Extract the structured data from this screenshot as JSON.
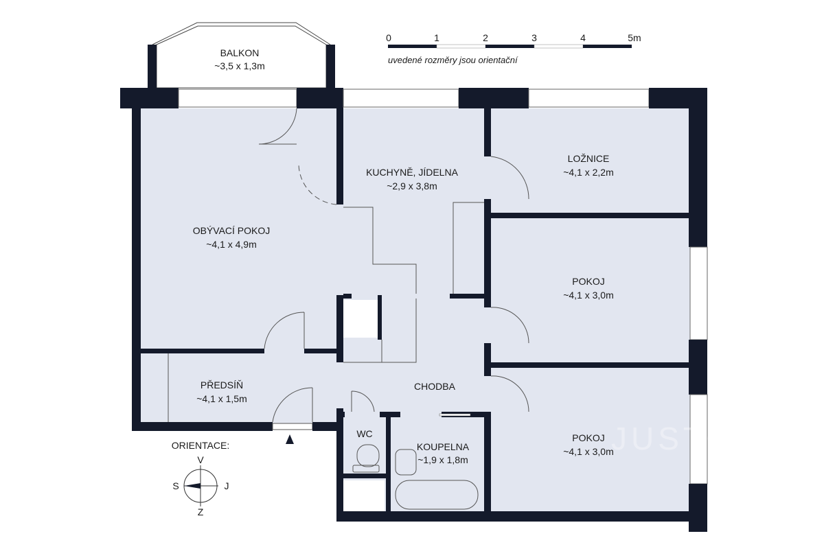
{
  "scale": {
    "ticks": [
      "0",
      "1",
      "2",
      "3",
      "4",
      "5m"
    ],
    "note": "uvedené rozměry jsou orientační"
  },
  "rooms": {
    "balkon": {
      "name": "BALKON",
      "size": "~3,5 x 1,3m"
    },
    "obyvaci": {
      "name": "OBÝVACÍ POKOJ",
      "size": "~4,1 x 4,9m"
    },
    "kuchyne": {
      "name": "KUCHYNĚ, JÍDELNA",
      "size": "~2,9 x 3,8m"
    },
    "loznice": {
      "name": "LOŽNICE",
      "size": "~4,1 x 2,2m"
    },
    "pokoj1": {
      "name": "POKOJ",
      "size": "~4,1 x 3,0m"
    },
    "pokoj2": {
      "name": "POKOJ",
      "size": "~4,1 x 3,0m"
    },
    "predsin": {
      "name": "PŘEDSÍŇ",
      "size": "~4,1 x 1,5m"
    },
    "chodba": {
      "name": "CHODBA"
    },
    "wc": {
      "name": "WC"
    },
    "koupelna": {
      "name": "KOUPELNA",
      "size": "~1,9 x 1,8m"
    }
  },
  "orientation": {
    "title": "ORIENTACE:",
    "n": "V",
    "s": "Z",
    "w": "S",
    "e": "J"
  },
  "watermark": "JUSTO",
  "colors": {
    "wall": "#141a2b",
    "floor": "#e2e6f0"
  }
}
